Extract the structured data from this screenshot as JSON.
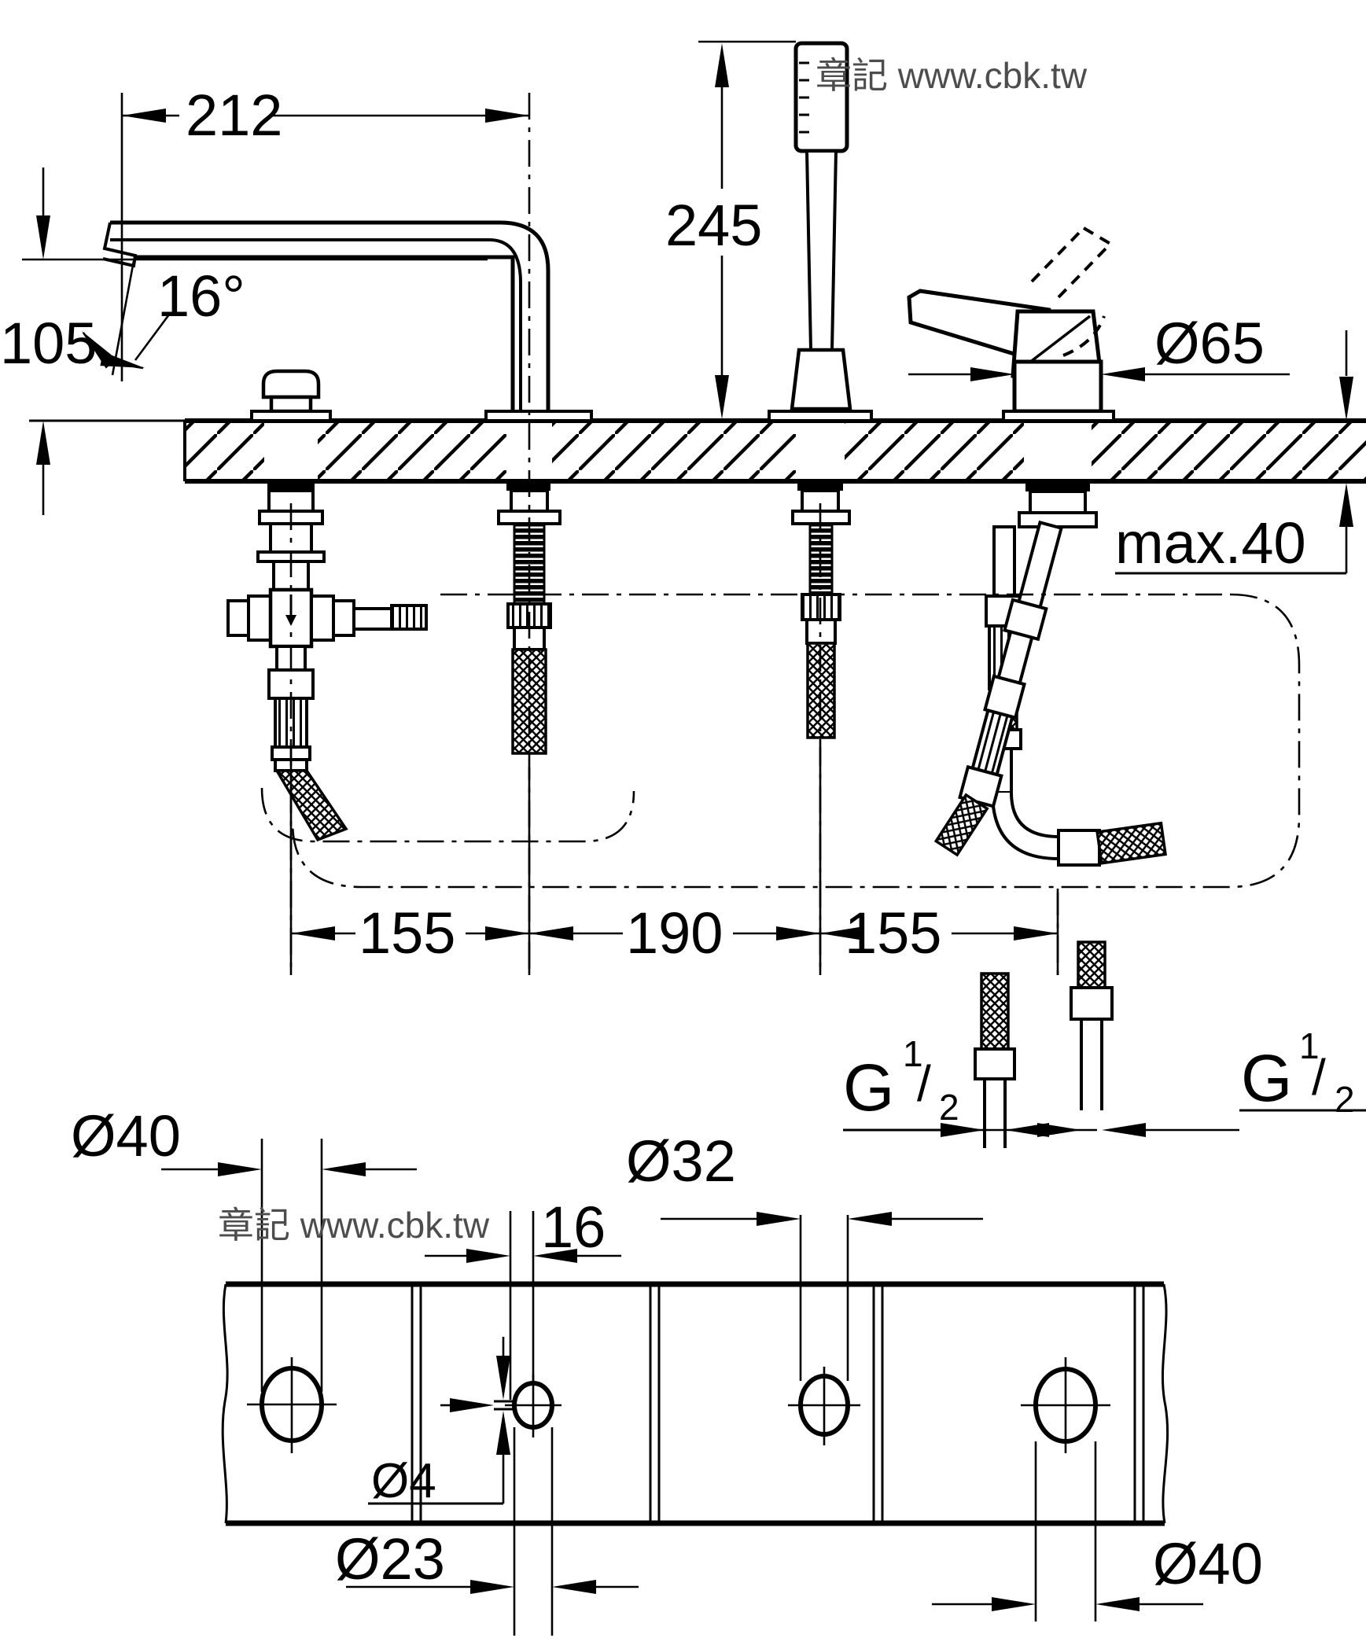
{
  "title": "Deck-mounted 4-hole bath combination installation dimension drawing",
  "watermark": {
    "text": "章記 www.cbk.tw",
    "color": "#4d4d4d"
  },
  "upper_view": {
    "spout_reach": "212",
    "spout_height": "105",
    "spout_angle": "16°",
    "handshower_height": "245",
    "mixer_escutcheon_diameter": "Ø65",
    "max_deck_thickness": "max.40",
    "hole_spacing_left": "155",
    "hole_spacing_middle": "190",
    "hole_spacing_right": "155"
  },
  "lower_view": {
    "hole_diverter": "Ø40",
    "hole_spout": "Ø23",
    "pin_hole": "Ø4",
    "pin_offset": "16",
    "hole_handshower": "Ø32",
    "hole_mixer": "Ø40"
  },
  "connections": {
    "thread_size": "G 1/2",
    "thread_letter": "G",
    "thread_numerator": "1",
    "thread_slash": "/",
    "thread_denominator": "2"
  },
  "drawing": {
    "line_color": "#000000",
    "background": "#ffffff"
  }
}
